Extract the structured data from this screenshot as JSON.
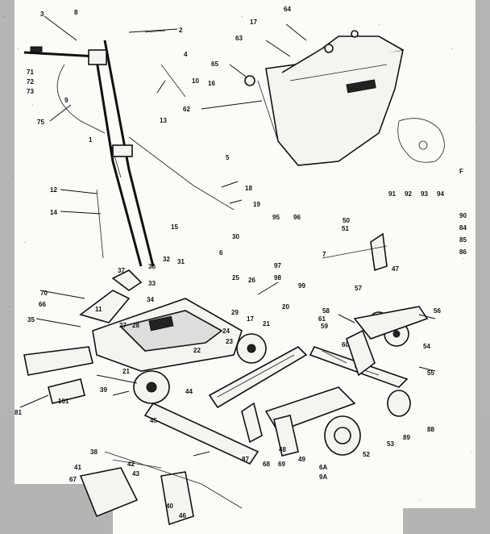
{
  "labels": {
    "l3": "3",
    "l8": "8",
    "l2": "2",
    "l4": "4",
    "l17": "17",
    "l63": "63",
    "l64": "64",
    "l65": "65",
    "l16": "16",
    "l62": "62",
    "l10": "10",
    "l71": "71",
    "l72": "72",
    "l73": "73",
    "l75": "75",
    "l1": "1",
    "l13": "13",
    "l12": "12",
    "l14": "14",
    "l5": "5",
    "l18": "18",
    "l15": "15",
    "l19": "19",
    "l50": "50",
    "l51": "51",
    "l57": "57",
    "l47": "47",
    "l58": "58",
    "l59": "59",
    "l60": "60",
    "l30": "30",
    "l37": "37",
    "l36": "36",
    "l32": "32",
    "l31": "31",
    "l33": "33",
    "l34": "34",
    "l25": "25",
    "l26": "26",
    "l27": "27",
    "l28": "28",
    "l29": "29",
    "l24": "24",
    "l23": "23",
    "l22": "22",
    "l21": "21",
    "l20": "20",
    "l70": "70",
    "l66": "66",
    "l11": "11",
    "l39": "39",
    "l38": "38",
    "l81": "81",
    "l101": "101",
    "l44": "44",
    "l45": "45",
    "l40": "40",
    "l41": "41",
    "l42": "42",
    "l43": "43",
    "l67": "67",
    "l68": "68",
    "l69": "69",
    "l35": "35",
    "l46": "46",
    "l48": "48",
    "l49": "49",
    "l52": "52",
    "l53": "53",
    "l54": "54",
    "l55": "55",
    "l56": "56",
    "l6": "6",
    "l7": "7",
    "l9": "9",
    "l6a": "6A",
    "l9a": "9A",
    "l84": "84",
    "l85": "85",
    "l86": "86",
    "l87": "87",
    "l88": "88",
    "l89": "89",
    "l90": "90",
    "l91": "91",
    "l92": "92",
    "l93": "93",
    "l94": "94",
    "l95": "95",
    "l96": "96",
    "l97": "97",
    "l98": "98",
    "l99": "99",
    "l61": "61",
    "lF": "F"
  }
}
